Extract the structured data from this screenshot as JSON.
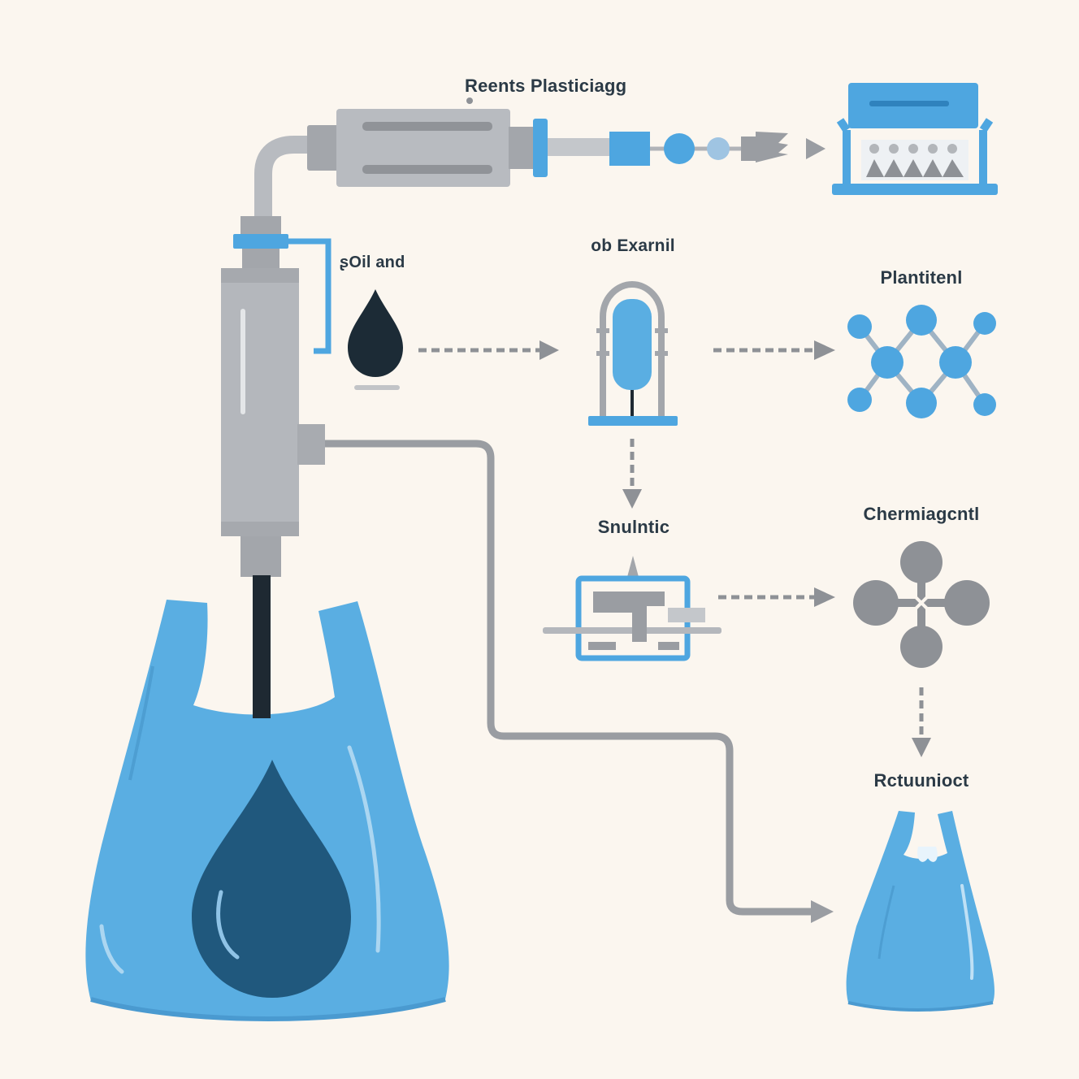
{
  "labels": {
    "top_title": "Reents Plasticiagg",
    "oil_label": "ʂOil and",
    "extract_label": "ob Exarnil",
    "plant_label": "Plantitenl",
    "synth_label": "Snulntic",
    "chem_label": "Chermiagcntl",
    "result_label": "Rctuunioct"
  },
  "colors": {
    "background": "#fbf6ef",
    "accent_blue": "#4ea6e0",
    "bag_blue": "#5aaee2",
    "machine_gray": "#b4b7bc",
    "pipe_gray": "#9a9da2",
    "oil_dark": "#1c2b36",
    "text": "#2b3a46"
  },
  "icons": [
    "pipe-extruder-icon",
    "oil-drop-icon",
    "extraction-reactor-icon",
    "molecule-network-icon",
    "synthesis-machine-icon",
    "chemical-molecule-icon",
    "conveyor-factory-icon",
    "plastic-bag-icon",
    "recycled-bag-icon"
  ]
}
